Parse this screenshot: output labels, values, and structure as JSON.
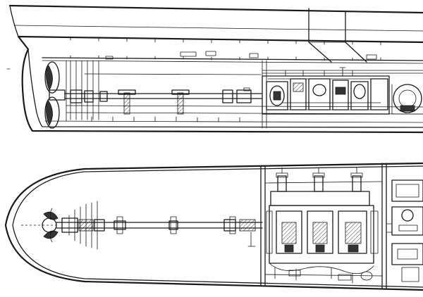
{
  "figure": {
    "colors": {
      "ink": "#1a1a1a",
      "paper": "#ffffff"
    },
    "views": [
      {
        "id": "elevation",
        "parts": [
          "stern-hull",
          "propeller",
          "propeller-shaft",
          "engine-room",
          "funnel",
          "decks"
        ]
      },
      {
        "id": "plan",
        "parts": [
          "stern-hull",
          "propeller",
          "propeller-shaft",
          "engine-room",
          "bulkheads"
        ]
      }
    ]
  }
}
